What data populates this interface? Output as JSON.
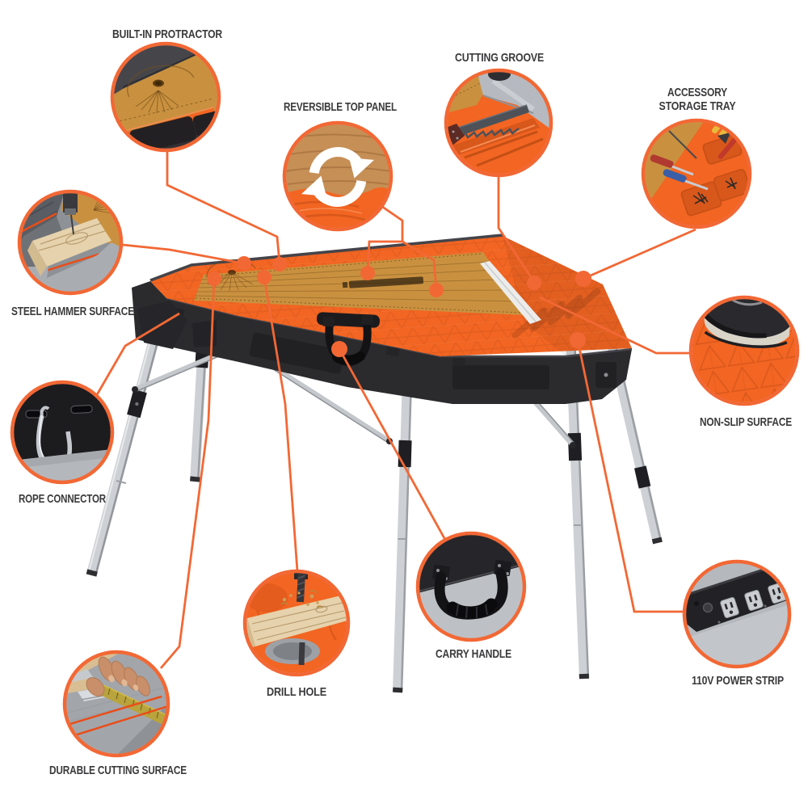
{
  "diagram_title": "Portable folding workbench feature callout diagram",
  "colors": {
    "accent_orange": "#F26835",
    "bench_top_orange": "#F26522",
    "wood_panel": "#C9913F",
    "body_black": "#2B2B2E",
    "leg_silver": "#CDD0D4",
    "label_text": "#3A3A3C",
    "background": "#FFFFFF"
  },
  "features": [
    {
      "name": "built-in-protractor",
      "label": "BUILT-IN PROTRACTOR"
    },
    {
      "name": "cutting-groove",
      "label": "CUTTING GROOVE"
    },
    {
      "name": "reversible-top-panel",
      "label": "REVERSIBLE TOP PANEL"
    },
    {
      "name": "accessory-storage-tray",
      "label": "ACCESSORY STORAGE TRAY",
      "line1": "ACCESSORY",
      "line2": "STORAGE TRAY"
    },
    {
      "name": "steel-hammer-surface",
      "label": "STEEL HAMMER SURFACE"
    },
    {
      "name": "non-slip-surface",
      "label": "NON-SLIP SURFACE"
    },
    {
      "name": "rope-connector",
      "label": "ROPE CONNECTOR"
    },
    {
      "name": "drill-hole",
      "label": "DRILL HOLE"
    },
    {
      "name": "carry-handle",
      "label": "CARRY HANDLE"
    },
    {
      "name": "durable-cutting-surface",
      "label": "DURABLE CUTTING SURFACE"
    },
    {
      "name": "power-strip",
      "label": "110V POWER STRIP"
    }
  ]
}
